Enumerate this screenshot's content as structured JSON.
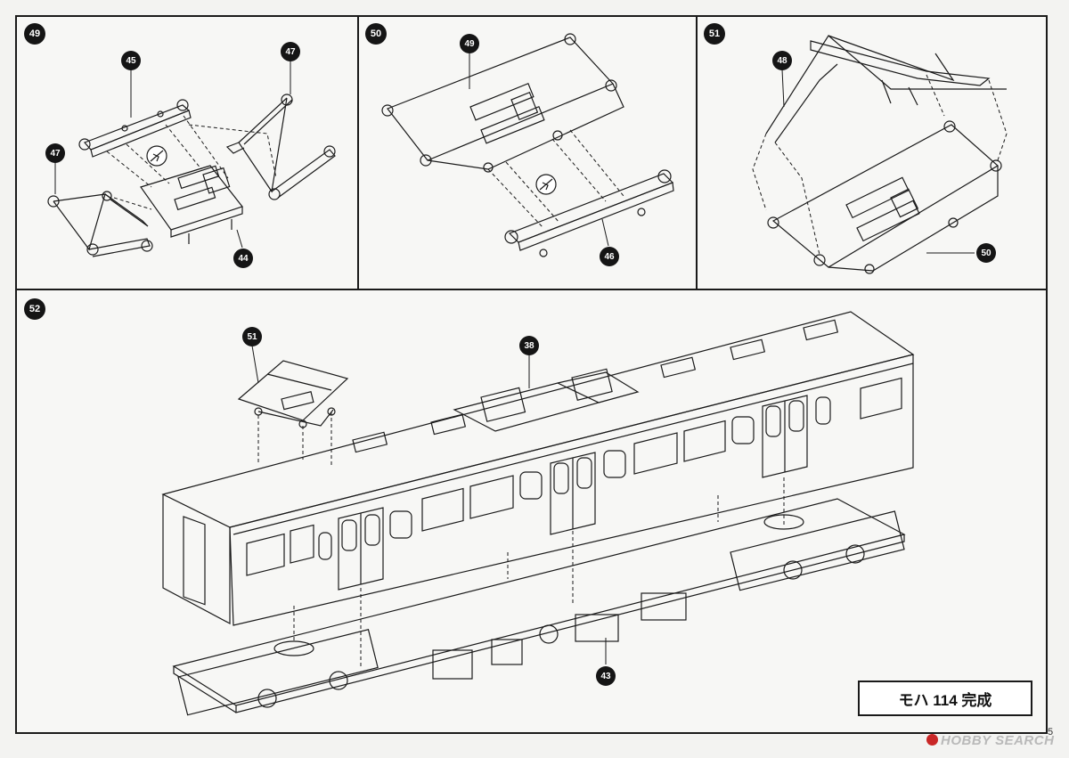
{
  "steps": [
    {
      "id": "step-49",
      "label": "49"
    },
    {
      "id": "step-50",
      "label": "50"
    },
    {
      "id": "step-51",
      "label": "51"
    },
    {
      "id": "step-52",
      "label": "52"
    }
  ],
  "parts": {
    "p45": "45",
    "p47a": "47",
    "p47b": "47",
    "p44": "44",
    "p49": "49",
    "p46": "46",
    "p48": "48",
    "p50": "50",
    "p51": "51",
    "p38": "38",
    "p43": "43"
  },
  "caption": "モハ 114 完成",
  "page_number": "5",
  "watermark": "HOBBY SEARCH",
  "colors": {
    "line": "#1a1a1a",
    "badge": "#151515",
    "paper": "#f7f7f5"
  }
}
